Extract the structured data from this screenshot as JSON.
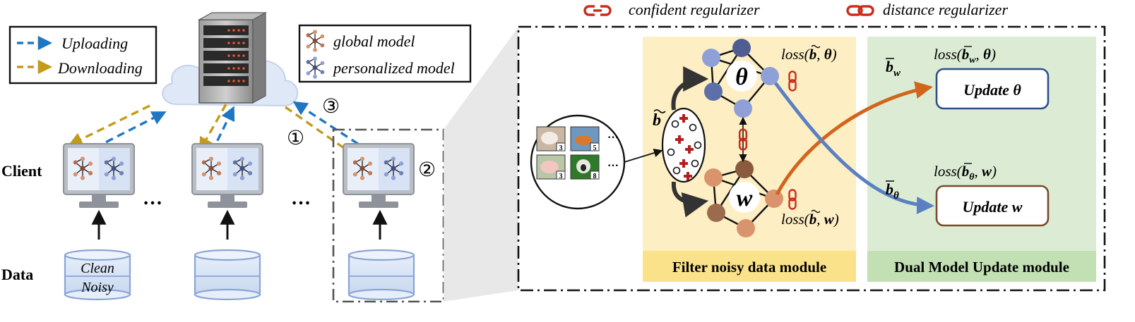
{
  "legend": {
    "uploading": "Uploading",
    "downloading": "Downloading",
    "global_model": "global model",
    "personalized_model": "personalized model",
    "confident_regularizer": "confident regularizer",
    "distance_regularizer": "distance regularizer"
  },
  "labels": {
    "client": "Client",
    "data": "Data",
    "clean": "Clean",
    "noisy": "Noisy",
    "ellipsis": "…",
    "dots": "···",
    "step1": "①",
    "step2": "②",
    "step3": "③"
  },
  "math": {
    "loss": "loss(",
    "comma": ",",
    "close": ")",
    "b": "b",
    "w": "w",
    "theta": "θ",
    "b_tilde_sym": "b",
    "sub_w": "w",
    "sub_theta": "θ"
  },
  "modules": {
    "filter": "Filter noisy data module",
    "dual": "Dual Model Update module",
    "update_theta": "Update θ",
    "update_w": "Update w"
  },
  "images": {
    "labels": [
      "3",
      "5",
      "3",
      "8"
    ]
  },
  "colors": {
    "upload": "#1f77c4",
    "download": "#c49a1a",
    "global_node": "#d9946e",
    "personal_node": "#6f82b8",
    "filter_bg": "#fdeec4",
    "dual_bg": "#dcecd4",
    "update_theta_border": "#2e4f8a",
    "update_w_border": "#7a4a2a",
    "regularizer": "#cc2a1a"
  }
}
